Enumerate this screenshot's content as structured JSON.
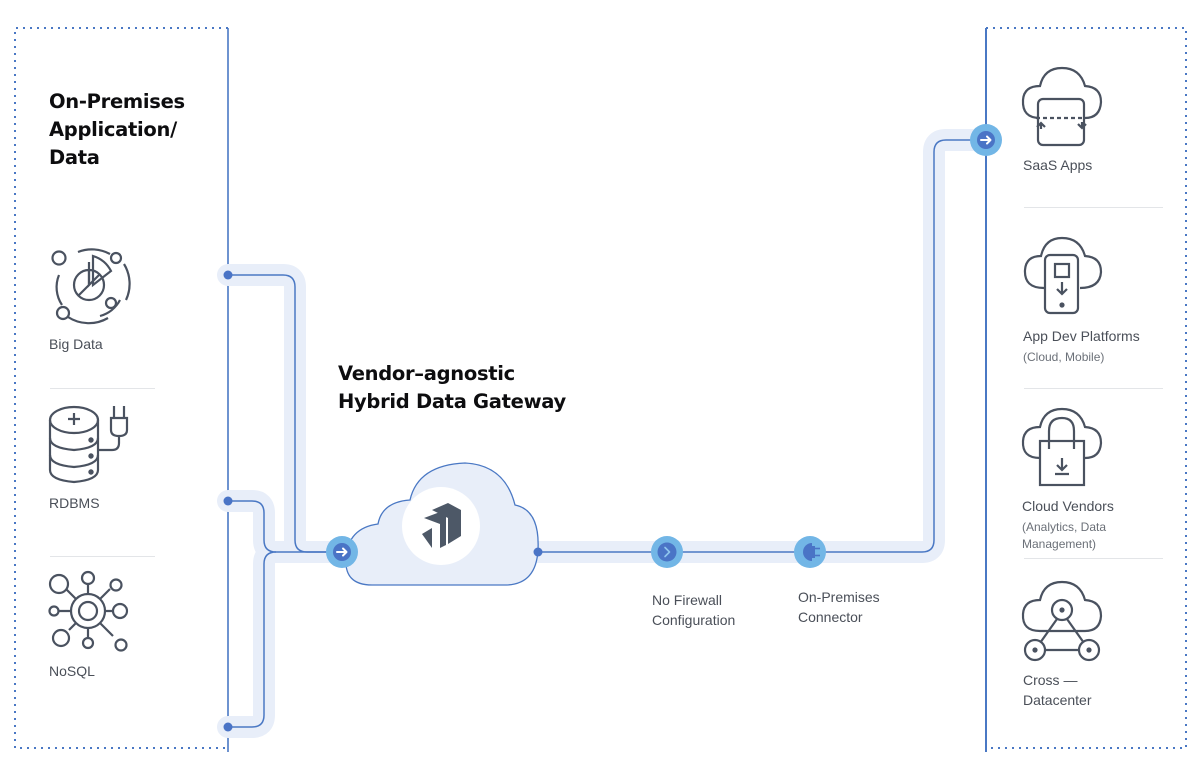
{
  "title": "Vendor-agnostic Hybrid Data Gateway",
  "colors": {
    "line": "#4a78c4",
    "pipe": "#e8eef9",
    "node_outer": "#72b6e6",
    "node_inner": "#4a74c6",
    "icon_stroke": "#4a5260",
    "logo": "#4d5867"
  },
  "on_premises": {
    "heading_lines": [
      "On-Premises",
      "Application/",
      "Data"
    ],
    "sources": [
      {
        "id": "big-data",
        "icon": "big-data-icon",
        "label": "Big Data"
      },
      {
        "id": "rdbms",
        "icon": "database-plug-icon",
        "label": "RDBMS"
      },
      {
        "id": "nosql",
        "icon": "network-hub-icon",
        "label": "NoSQL"
      }
    ]
  },
  "gateway": {
    "title_lines": [
      "Vendor–agnostic",
      "Hybrid Data Gateway"
    ],
    "logo": "gateway-logo-icon"
  },
  "pipeline": [
    {
      "id": "no-firewall",
      "icon": "chevron-right-icon",
      "label_lines": [
        "No Firewall",
        "Configuration"
      ]
    },
    {
      "id": "connector",
      "icon": "plug-icon",
      "label_lines": [
        "On-Premises",
        "Connector"
      ]
    }
  ],
  "cloud": {
    "targets": [
      {
        "id": "saas",
        "icon": "saas-cloud-sync-icon",
        "label": "SaaS Apps",
        "sub_lines": []
      },
      {
        "id": "app-dev",
        "icon": "cloud-mobile-icon",
        "label": "App Dev Platforms",
        "sub_lines": [
          "(Cloud, Mobile)"
        ]
      },
      {
        "id": "cloud-vendors",
        "icon": "cloud-bag-icon",
        "label": "Cloud Vendors",
        "sub_lines": [
          "(Analytics, Data",
          "Management)"
        ]
      },
      {
        "id": "cross-dc",
        "icon": "cloud-triangle-network-icon",
        "label_lines": [
          "Cross —",
          "Datacenter"
        ]
      }
    ]
  }
}
